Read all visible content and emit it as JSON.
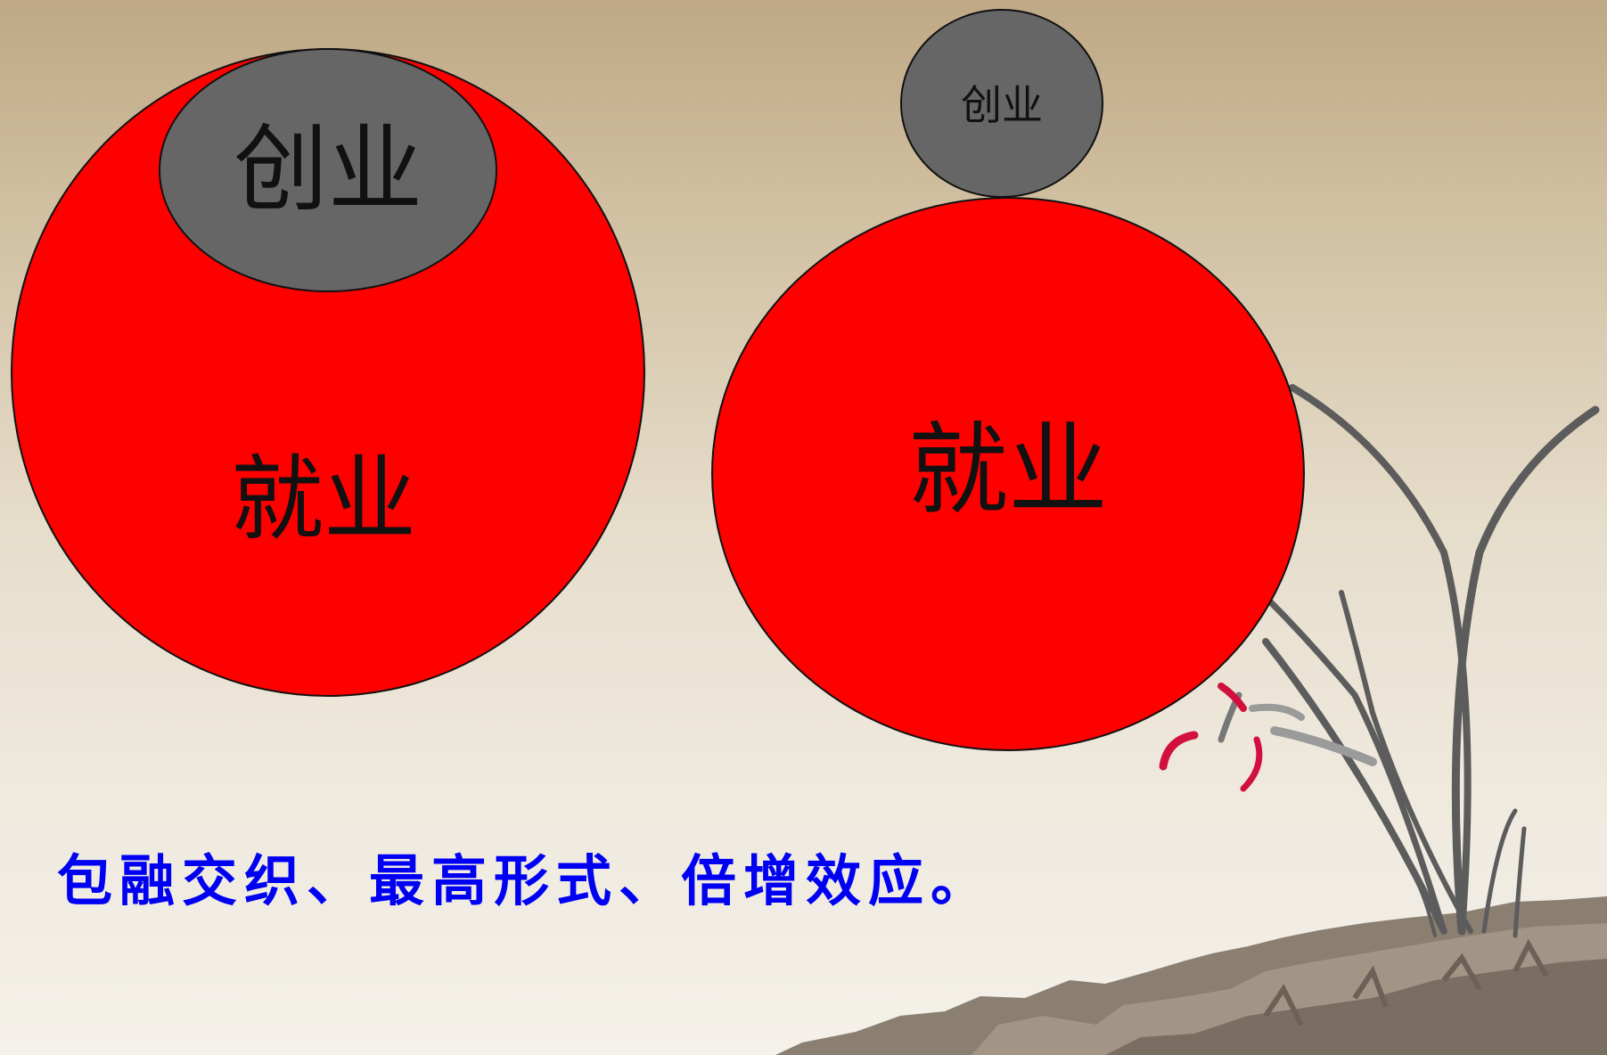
{
  "diagram_left": {
    "outer_label": "就业",
    "inner_label": "创业"
  },
  "diagram_right": {
    "outer_label": "就业",
    "top_label": "创业"
  },
  "caption": "包融交织、最高形式、倍增效应。",
  "colors": {
    "employment_circle": "#ff0000",
    "entrepreneurship_circle": "#666666",
    "caption_text": "#0000f2",
    "outline": "#111111"
  },
  "decoration": {
    "plant": "orchid-ink-painting",
    "ground": "rock-ink-painting"
  }
}
